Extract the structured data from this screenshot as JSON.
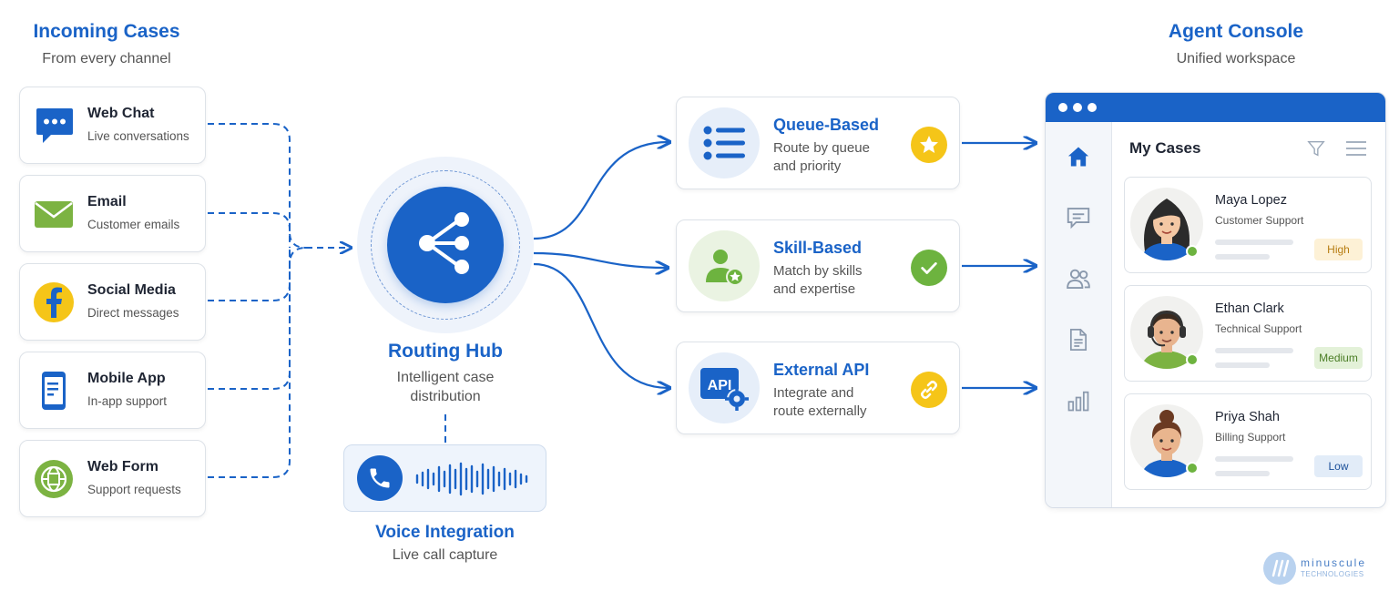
{
  "left_column": {
    "title": "Incoming Cases",
    "subtitle": "From every channel"
  },
  "channels": [
    {
      "title": "Web Chat",
      "subtitle": "Live conversations",
      "icon": "chat-bubble-icon"
    },
    {
      "title": "Email",
      "subtitle": "Customer emails",
      "icon": "envelope-icon"
    },
    {
      "title": "Social Media",
      "subtitle": "Direct messages",
      "icon": "facebook-icon"
    },
    {
      "title": "Mobile App",
      "subtitle": "In-app support",
      "icon": "mobile-phone-icon"
    },
    {
      "title": "Web Form",
      "subtitle": "Support requests",
      "icon": "globe-form-icon"
    }
  ],
  "hub": {
    "title": "Routing Hub",
    "subtitle_line1": "Intelligent case",
    "subtitle_line2": "distribution",
    "icon": "share-network-icon"
  },
  "voice": {
    "title": "Voice Integration",
    "subtitle": "Live call capture",
    "icon": "phone-icon"
  },
  "routing_methods": [
    {
      "title": "Queue-Based",
      "line1": "Route by queue",
      "line2": "and priority",
      "icon": "list-icon",
      "badge": "star-icon",
      "badge_color": "#f5c518"
    },
    {
      "title": "Skill-Based",
      "line1": "Match by skills",
      "line2": "and expertise",
      "icon": "user-star-icon",
      "badge": "check-icon",
      "badge_color": "#6db33f"
    },
    {
      "title": "External API",
      "line1": "Integrate and",
      "line2": "route externally",
      "icon": "api-gear-icon",
      "icon_text": "API",
      "badge": "link-icon",
      "badge_color": "#f5c518"
    }
  ],
  "right_column": {
    "title": "Agent Console",
    "subtitle": "Unified workspace"
  },
  "console": {
    "title": "My Cases",
    "sidebar_icons": [
      "home-icon",
      "chat-icon",
      "users-icon",
      "document-icon",
      "bar-chart-icon"
    ],
    "cases": [
      {
        "name": "Maya Lopez",
        "team": "Customer Support",
        "priority": "High",
        "priority_bg": "#fdf1d6",
        "priority_fg": "#b77d12"
      },
      {
        "name": "Ethan Clark",
        "team": "Technical Support",
        "priority": "Medium",
        "priority_bg": "#e3f1d8",
        "priority_fg": "#4a7d25"
      },
      {
        "name": "Priya Shah",
        "team": "Billing Support",
        "priority": "Low",
        "priority_bg": "#e2ecf8",
        "priority_fg": "#1a4f99"
      }
    ]
  },
  "brand": {
    "name": "minuscule",
    "tagline": "TECHNOLOGIES"
  },
  "colors": {
    "primary": "#1a63c7",
    "yellow": "#f5c518",
    "green": "#6db33f"
  }
}
